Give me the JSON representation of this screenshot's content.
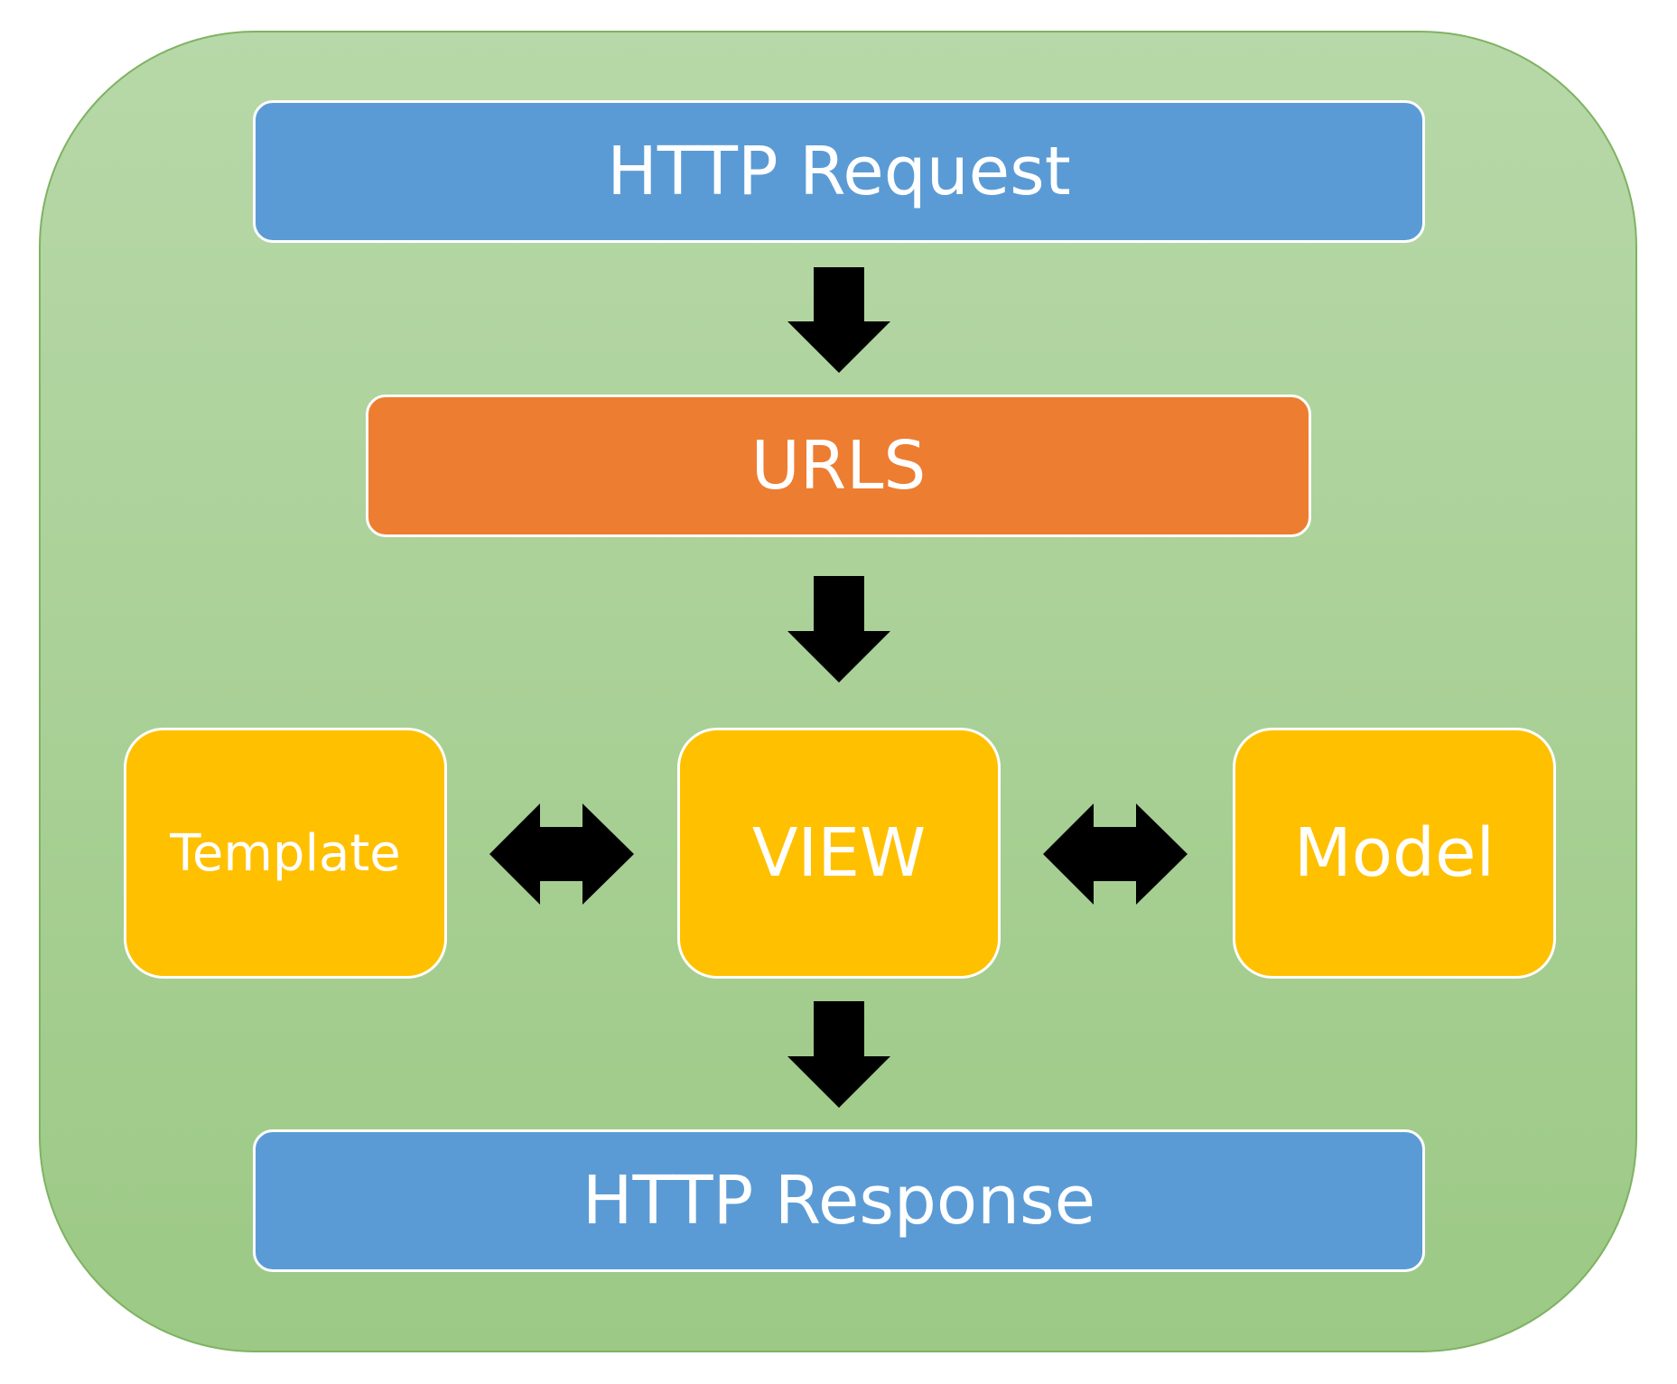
{
  "diagram": {
    "nodes": {
      "request": "HTTP Request",
      "urls": "URLS",
      "template": "Template",
      "view": "VIEW",
      "model": "Model",
      "response": "HTTP Response"
    },
    "edges": [
      {
        "from": "HTTP Request",
        "to": "URLS",
        "direction": "one-way"
      },
      {
        "from": "URLS",
        "to": "VIEW",
        "direction": "one-way"
      },
      {
        "from": "Template",
        "to": "VIEW",
        "direction": "two-way"
      },
      {
        "from": "VIEW",
        "to": "Model",
        "direction": "two-way"
      },
      {
        "from": "VIEW",
        "to": "HTTP Response",
        "direction": "one-way"
      }
    ]
  },
  "colors": {
    "background_top": "#b7d8a8",
    "background_bottom": "#9cc985",
    "blue": "#5b9bd5",
    "orange": "#ed7d31",
    "yellow": "#ffc000",
    "arrow": "#000000",
    "text": "#ffffff"
  }
}
